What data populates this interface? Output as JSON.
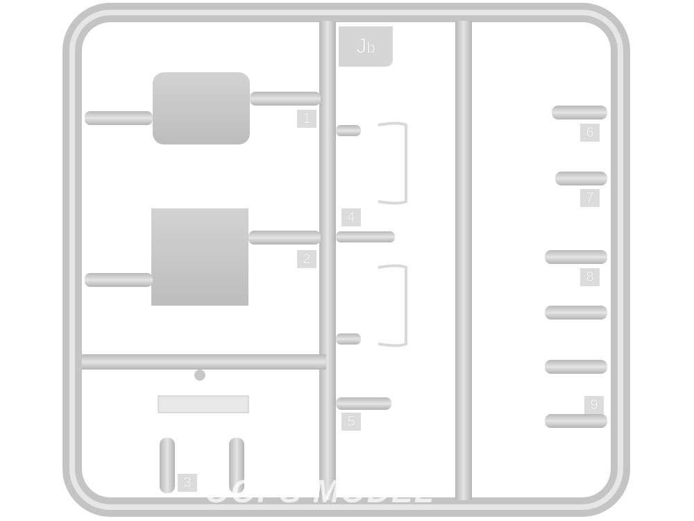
{
  "sprue": {
    "tag_letter": "J",
    "tag_sub": "b",
    "part_numbers": [
      "1",
      "2",
      "3",
      "4",
      "5",
      "6",
      "7",
      "8",
      "9"
    ],
    "watermark": "OOPS MODEL",
    "colors": {
      "plastic": "#c8c8c8",
      "plastic_light": "#e2e2e2",
      "background": "#ffffff"
    }
  }
}
